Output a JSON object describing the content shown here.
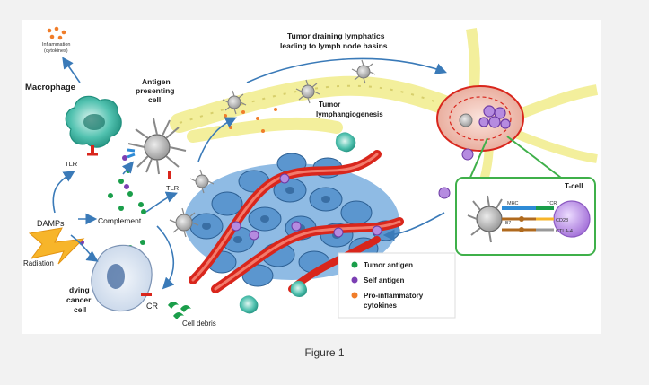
{
  "figure": {
    "caption": "Figure 1",
    "labels": {
      "inflammation_line1": "Inflammation",
      "inflammation_line2": "(cytokines)",
      "macrophage": "Macrophage",
      "apc_line1": "Antigen",
      "apc_line2": "presenting",
      "apc_line3": "cell",
      "lymphatics_line1": "Tumor draining lymphatics",
      "lymphatics_line2": "leading to lymph node basins",
      "lymphangiogenesis_line1": "Tumor",
      "lymphangiogenesis_line2": "lymphangiogenesis",
      "tlr_macrophage": "TLR",
      "tlr_apc": "TLR",
      "damps": "DAMPs",
      "complement": "Complement",
      "radiation": "Radiation",
      "dying_line1": "dying",
      "dying_line2": "cancer",
      "dying_line3": "cell",
      "cr": "CR",
      "cell_debris": "Cell debris",
      "tcell": "T-cell",
      "mhc": "MHC",
      "tcr": "TCR",
      "cd28": "CD28",
      "ctla4": "CTLA-4",
      "b7": "B7"
    },
    "legend": [
      {
        "label": "Tumor antigen",
        "color": "#1a9e4a"
      },
      {
        "label": "Self antigen",
        "color": "#7b3fb3"
      },
      {
        "label": "Pro-inflammatory",
        "label2": "cytokines",
        "color": "#f07d2a"
      }
    ],
    "colors": {
      "arrow": "#3a7ab8",
      "tumor_cell": "#5b96cf",
      "vessel": "#d9261c",
      "lymphatic": "#f3ef9c",
      "macrophage": "#2fa89a",
      "apc": "#b9b9b9",
      "tcell": "#b58be0",
      "inset_border": "#3fb04a",
      "radiation": "#f7b52a"
    }
  }
}
